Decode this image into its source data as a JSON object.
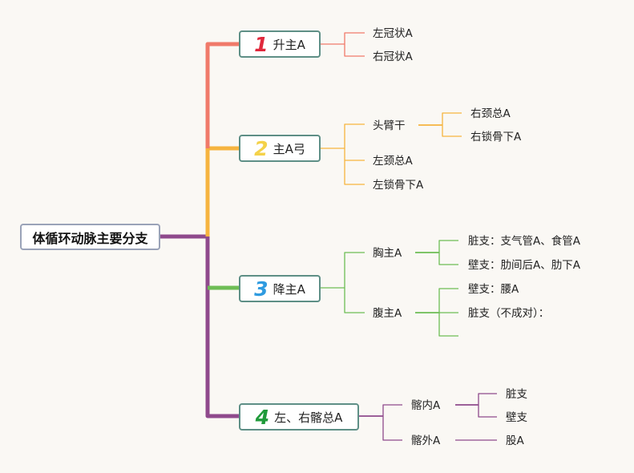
{
  "root": {
    "label": "体循环动脉主要分支",
    "color": "#8f4a8c"
  },
  "branches": [
    {
      "num": "1",
      "label": "升主A",
      "color": "#f07a6a",
      "num_color": "#e0283c",
      "children": [
        {
          "label": "左冠状A"
        },
        {
          "label": "右冠状A"
        }
      ]
    },
    {
      "num": "2",
      "label": "主A弓",
      "color": "#f6b43f",
      "num_color": "#f4d24a",
      "children": [
        {
          "label": "头臂干",
          "children": [
            {
              "label": "右颈总A"
            },
            {
              "label": "右锁骨下A"
            }
          ]
        },
        {
          "label": "左颈总A"
        },
        {
          "label": "左锁骨下A"
        }
      ]
    },
    {
      "num": "3",
      "label": "降主A",
      "color": "#6dbd55",
      "num_color": "#2f9be0",
      "children": [
        {
          "label": "胸主A",
          "children": [
            {
              "label": "脏支：支气管A、食管A"
            },
            {
              "label": "壁支：肋间后A、肋下A"
            }
          ]
        },
        {
          "label": "腹主A",
          "children": [
            {
              "label": "壁支：腰A"
            },
            {
              "label": "脏支（不成对）："
            },
            {
              "label": ""
            }
          ]
        }
      ]
    },
    {
      "num": "4",
      "label": "左、右髂总A",
      "color": "#8f4a8c",
      "num_color": "#1f9a3a",
      "children": [
        {
          "label": "髂内A",
          "children": [
            {
              "label": "脏支"
            },
            {
              "label": "壁支"
            }
          ]
        },
        {
          "label": "髂外A",
          "children": [
            {
              "label": "股A"
            }
          ]
        }
      ]
    }
  ]
}
